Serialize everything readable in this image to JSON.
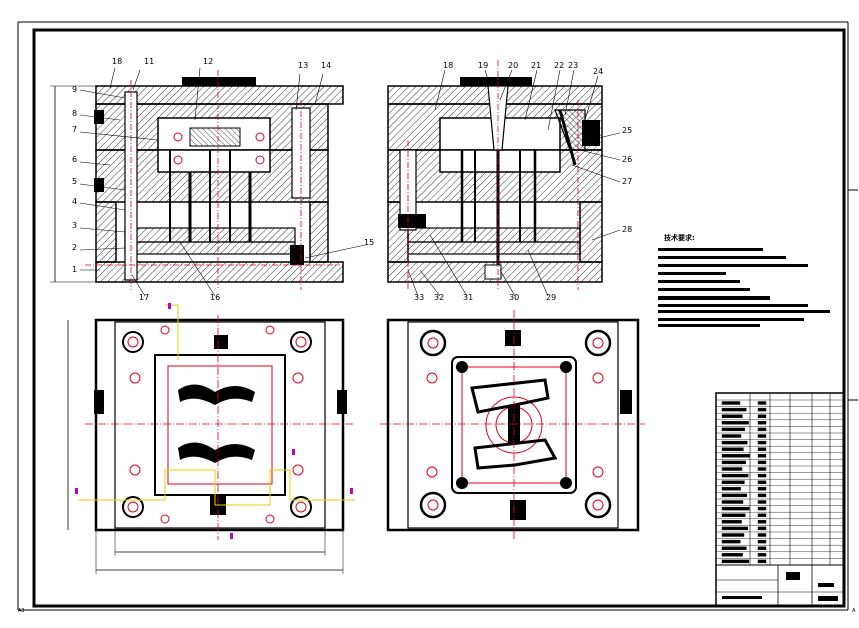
{
  "drawing": {
    "callouts_front": [
      "18",
      "11",
      "12",
      "13",
      "14",
      "9",
      "8",
      "7",
      "6",
      "5",
      "4",
      "3",
      "2",
      "1",
      "17",
      "16",
      "15"
    ],
    "callouts_side": [
      "18",
      "19",
      "20",
      "21",
      "22",
      "23",
      "24",
      "25",
      "26",
      "27",
      "28",
      "29",
      "30",
      "31",
      "32",
      "33"
    ],
    "notes_title": "技术要求:",
    "corner_marks": {
      "bottom_left": "A3",
      "bottom_right": "A"
    }
  },
  "colors": {
    "line": "#000000",
    "center": "#e0001b",
    "aux": "#e6d200",
    "mark": "#c000c0",
    "hatch": "#000000"
  }
}
